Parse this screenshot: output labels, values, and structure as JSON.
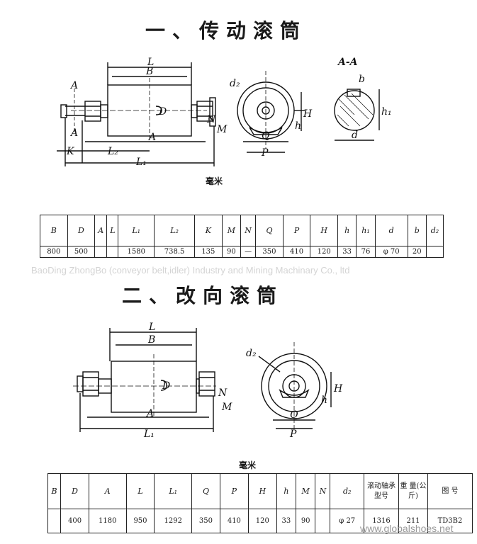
{
  "section1": {
    "title": "一、传动滚筒",
    "unit": "毫米",
    "headers": [
      "B",
      "D",
      "A",
      "L",
      "L₁",
      "L₂",
      "K",
      "M",
      "N",
      "Q",
      "P",
      "H",
      "h",
      "h₁",
      "d",
      "b",
      "d₂"
    ],
    "values": [
      "800",
      "500",
      "",
      "",
      "1580",
      "738.5",
      "135",
      "90",
      "—",
      "350",
      "410",
      "120",
      "33",
      "76",
      "φ 70",
      "20",
      ""
    ],
    "labels": {
      "L": "L",
      "B": "B",
      "A": "A",
      "A_top": "A",
      "A_bottom": "A",
      "N": "N",
      "M": "M",
      "K": "K",
      "L2": "L₂",
      "L1": "L₁",
      "D": "D",
      "d2": "d₂",
      "H": "H",
      "h": "h",
      "Q": "Q",
      "P": "P",
      "section_title": "A-A",
      "b": "b",
      "h1": "h₁",
      "d": "d"
    }
  },
  "watermark": "BaoDing ZhongBo (conveyor belt,idler) Industry and Mining Machinary Co., ltd",
  "section2": {
    "title": "二、改向滚筒",
    "unit": "毫米",
    "headers": [
      "B",
      "D",
      "A",
      "L",
      "L₁",
      "Q",
      "P",
      "H",
      "h",
      "M",
      "N",
      "d₂",
      "滚动轴承型号",
      "重 量(公斤)",
      "图 号"
    ],
    "values": [
      "",
      "400",
      "1180",
      "950",
      "1292",
      "350",
      "410",
      "120",
      "33",
      "90",
      "",
      "φ 27",
      "1316",
      "211",
      "TD3B2"
    ],
    "labels": {
      "L": "L",
      "B": "B",
      "D": "D",
      "A": "A",
      "L1": "L₁",
      "N": "N",
      "M": "M",
      "d2": "d₂",
      "H": "H",
      "h": "h",
      "Q": "Q",
      "P": "P"
    }
  },
  "footer_url": "www.globalshoes.net"
}
